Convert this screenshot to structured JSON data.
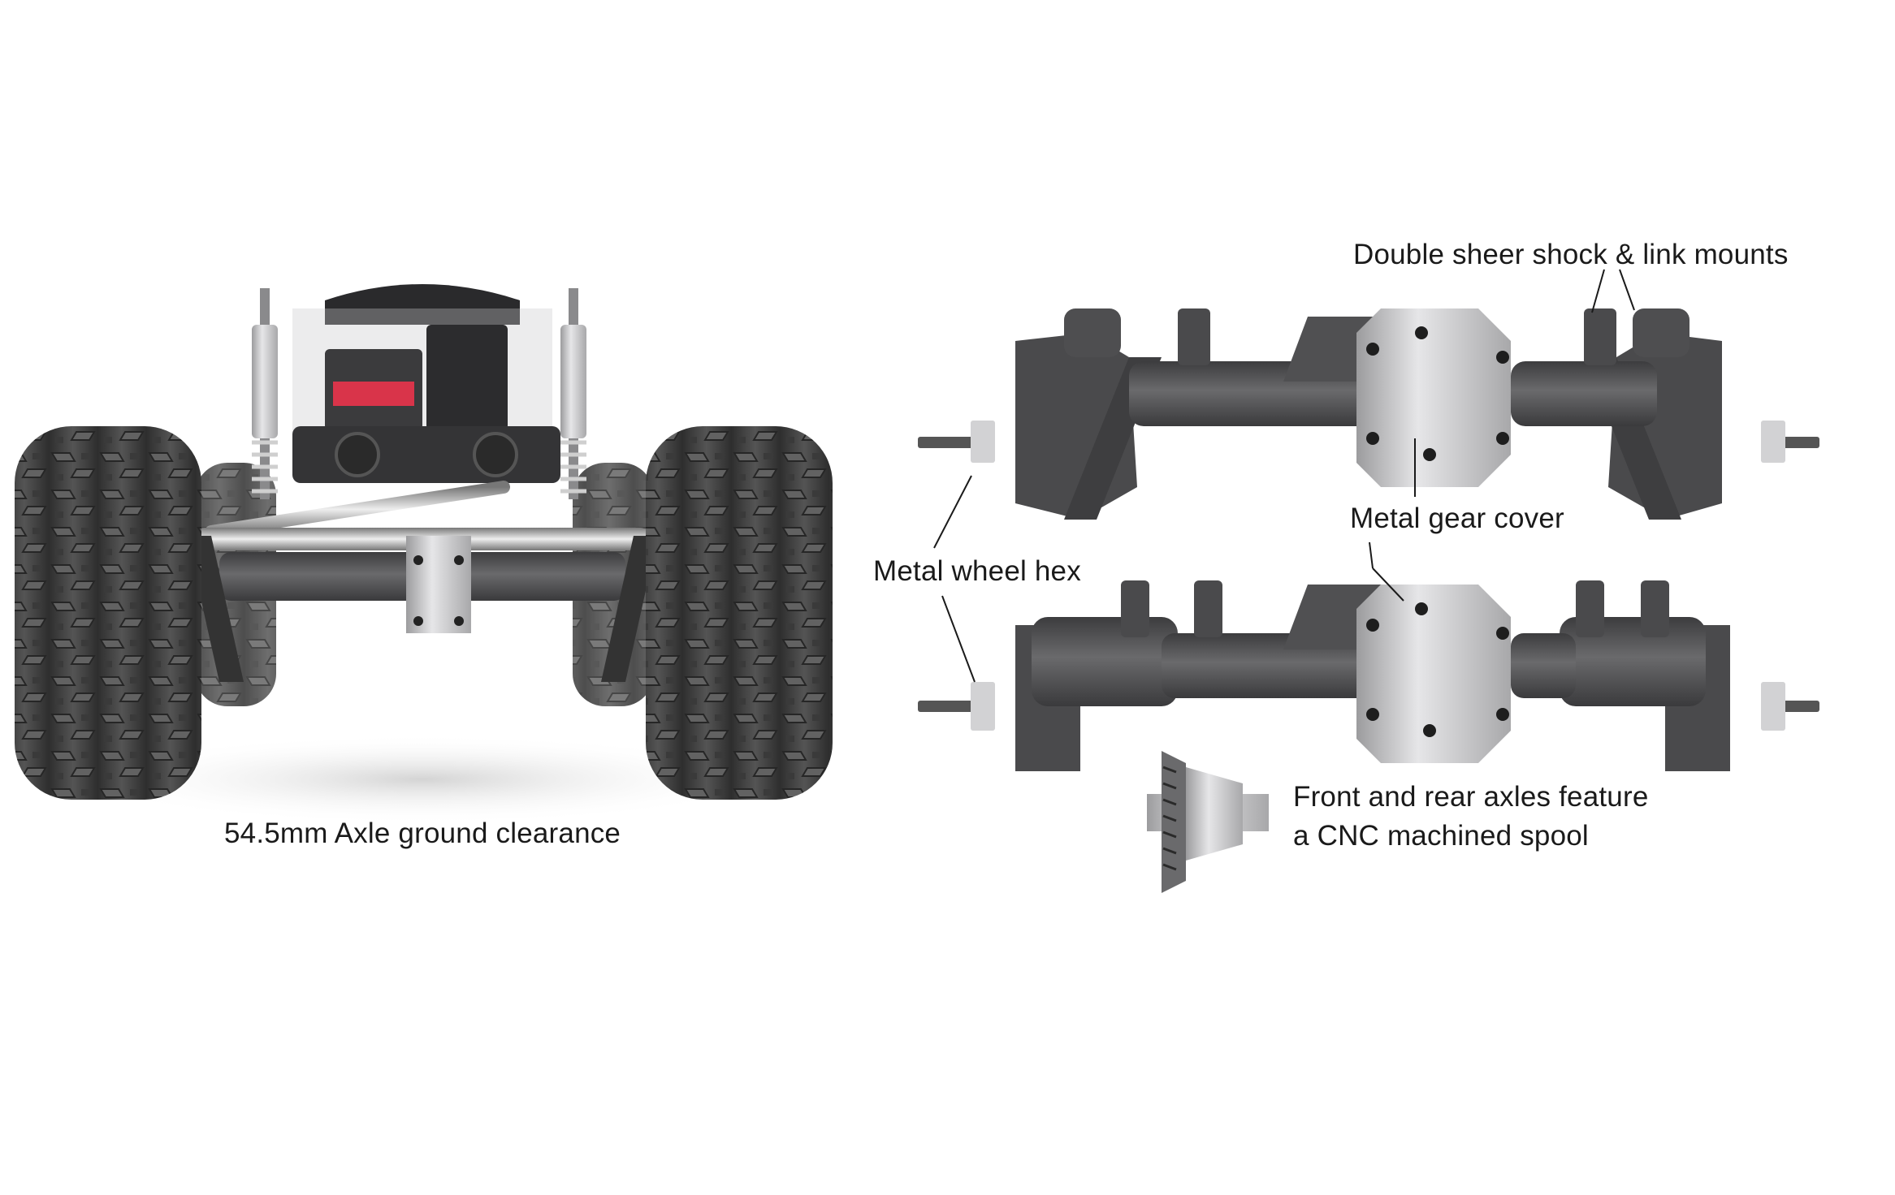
{
  "scene": {
    "background": "#ffffff",
    "left_panel": {
      "subject": "rc-crawler-chassis-front-view",
      "caption": "54.5mm Axle ground clearance"
    },
    "right_panel": {
      "front_axle": "front-axle-assembly",
      "rear_axle": "rear-axle-assembly",
      "spool": "cnc-spool-part"
    }
  },
  "callouts": {
    "mounts": "Double sheer shock & link mounts",
    "gear_cover": "Metal gear cover",
    "wheel_hex": "Metal wheel hex",
    "spool_line1": "Front and rear axles feature",
    "spool_line2": "a CNC machined spool"
  },
  "colors": {
    "tire": "#4a4a4a",
    "tire_dark": "#2f2f2f",
    "axle_housing": "#5a5a5c",
    "gear_cover_metal": "#c9c9cb",
    "chrome": "#d8d8da",
    "accent_red": "#d9344a",
    "text": "#1a1a1a"
  }
}
